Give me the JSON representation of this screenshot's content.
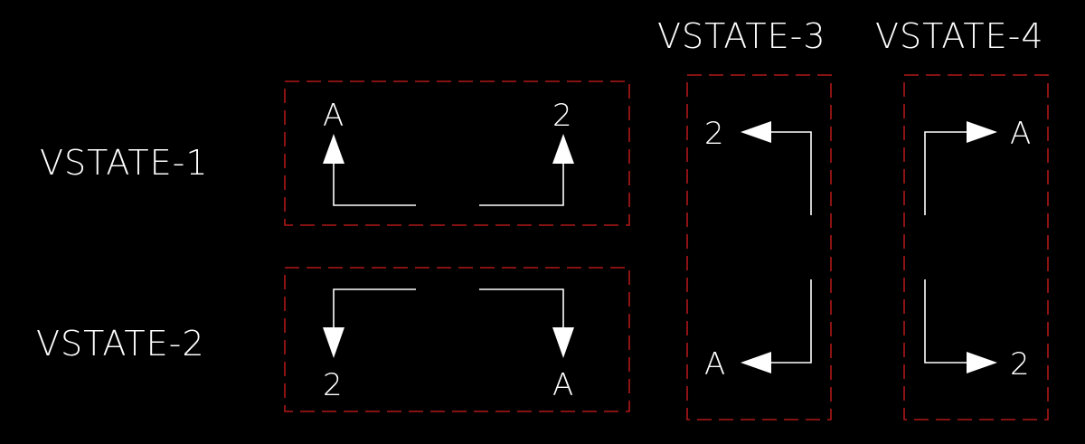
{
  "states": {
    "vstate1": {
      "label": "VSTATE-1",
      "left_port": "A",
      "right_port": "2"
    },
    "vstate2": {
      "label": "VSTATE-2",
      "left_port": "2",
      "right_port": "A"
    },
    "vstate3": {
      "label": "VSTATE-3",
      "top_port": "2",
      "bottom_port": "A"
    },
    "vstate4": {
      "label": "VSTATE-4",
      "top_port": "A",
      "bottom_port": "2"
    }
  },
  "colors": {
    "background": "#000000",
    "lines": "#ffffff",
    "box_outline": "#b01818"
  }
}
